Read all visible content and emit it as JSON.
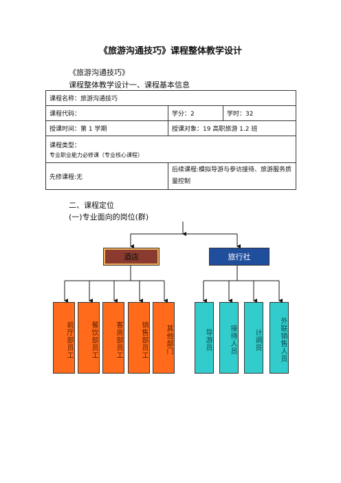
{
  "doc_title": "《旅游沟通技巧》课程整体教学设计",
  "line1": "《旅游沟通技巧》",
  "line2": "课程整体教学设计一、课程基本信息",
  "table": {
    "course_name": "课程名称：旅游沟通技巧",
    "course_code": "课程代码：",
    "credits": "学分：2",
    "hours": "学时：32",
    "term": "授课时间：第 1 学期",
    "audience": "授课对象：19 高职旅游 1.2 班",
    "course_type_label": "课程类型：",
    "course_type_value": "专业职业能力必修课（专业核心课程）",
    "prereq": "先修课程:无",
    "followup": "后续课程:模拟导游与参访接待、旅游服务质量控制"
  },
  "section2": "二、课程定位",
  "section2_sub": "(一)专业面向的岗位(群)",
  "org": {
    "hotel": "酒店",
    "agency": "旅行社",
    "hotel_children": [
      "前厅部员工",
      "餐饮部员工",
      "客房部员工",
      "销售部员工",
      "其他部门"
    ],
    "agency_children": [
      "导游员",
      "接待人员",
      "计调员",
      "外联销售人员"
    ],
    "colors": {
      "hotel": "#8a3a2e",
      "agency": "#1f4e9c",
      "orange": "#ff6b1a",
      "teal": "#33cccc"
    }
  }
}
